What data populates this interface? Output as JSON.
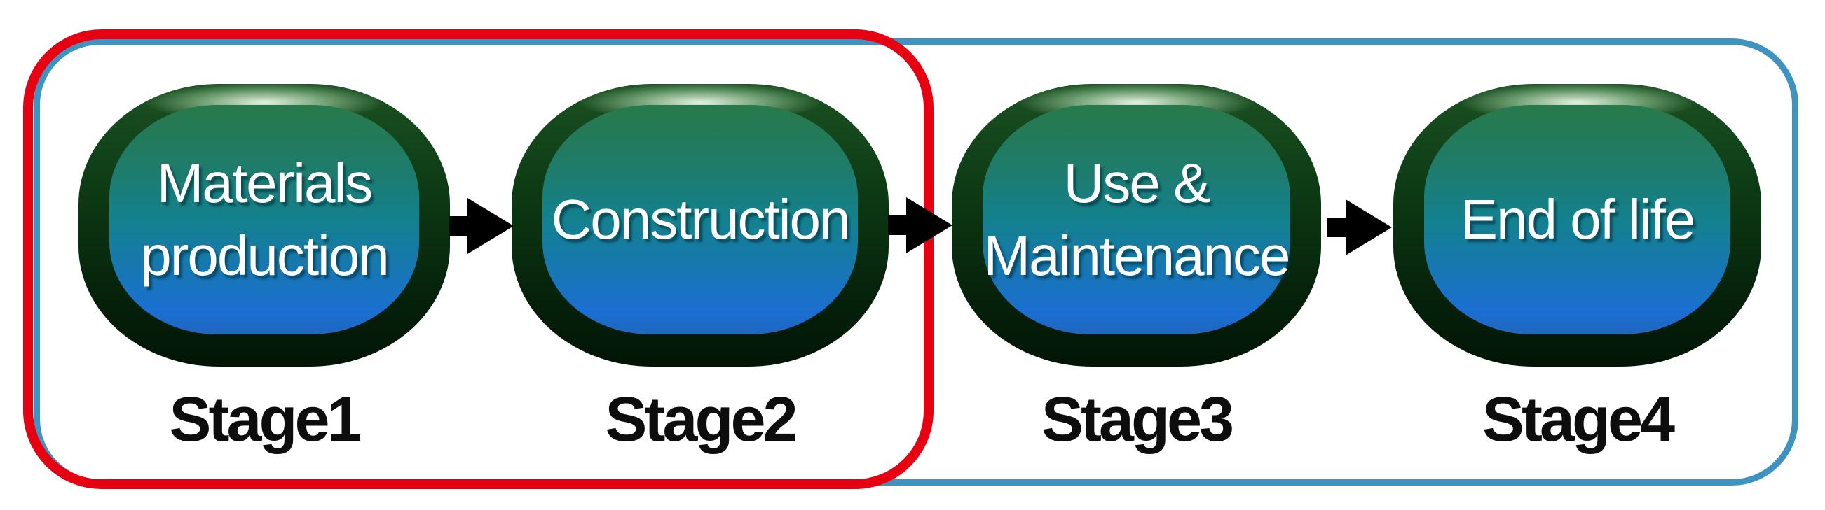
{
  "diagram": {
    "background": "#ffffff",
    "outlines": {
      "red": {
        "color": "#e60012",
        "encloses": "Stage1 Stage2"
      },
      "blue": {
        "color": "#3f93c1",
        "encloses": "Stage1 Stage2 Stage3 Stage4"
      }
    },
    "stages": [
      {
        "line1": "Materials",
        "line2": "production",
        "caption": "Stage1"
      },
      {
        "line1": "Construction",
        "line2": "",
        "caption": "Stage2"
      },
      {
        "line1": "Use &",
        "line2": "Maintenance",
        "caption": "Stage3"
      },
      {
        "line1": "End of life",
        "line2": "",
        "caption": "Stage4"
      }
    ],
    "arrows": {
      "count": 3,
      "icon": "arrow-right-icon",
      "color": "#000000"
    },
    "colors": {
      "node_ring_dark_green": "#0a2e0f",
      "node_highlight": "#eefaec",
      "node_fill_top_green": "#28794b",
      "node_fill_mid_teal": "#13818e",
      "node_fill_bottom_blue": "#1b6fd2",
      "node_text": "#ffffff",
      "caption_text": "#0d0d0d"
    }
  }
}
